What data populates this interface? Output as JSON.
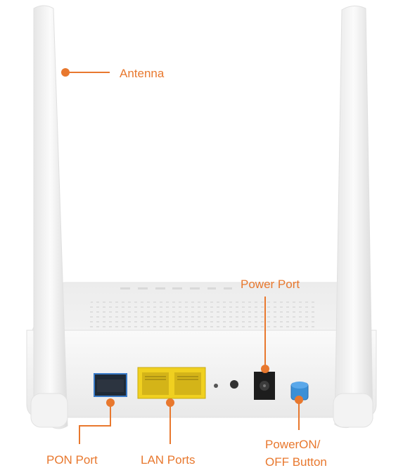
{
  "labels": {
    "antenna": "Antenna",
    "power_port": "Power Port",
    "pon_port": "PON Port",
    "lan_ports": "LAN Ports",
    "power_button_line1": "PowerON/",
    "power_button_line2": "OFF Button"
  },
  "colors": {
    "accent": "#e8782e",
    "device_body": "#f2f2f2",
    "lan_jack": "#f0d020",
    "power_button": "#3a8fd6"
  },
  "icons": {
    "leader_dot": "orange-circle"
  }
}
